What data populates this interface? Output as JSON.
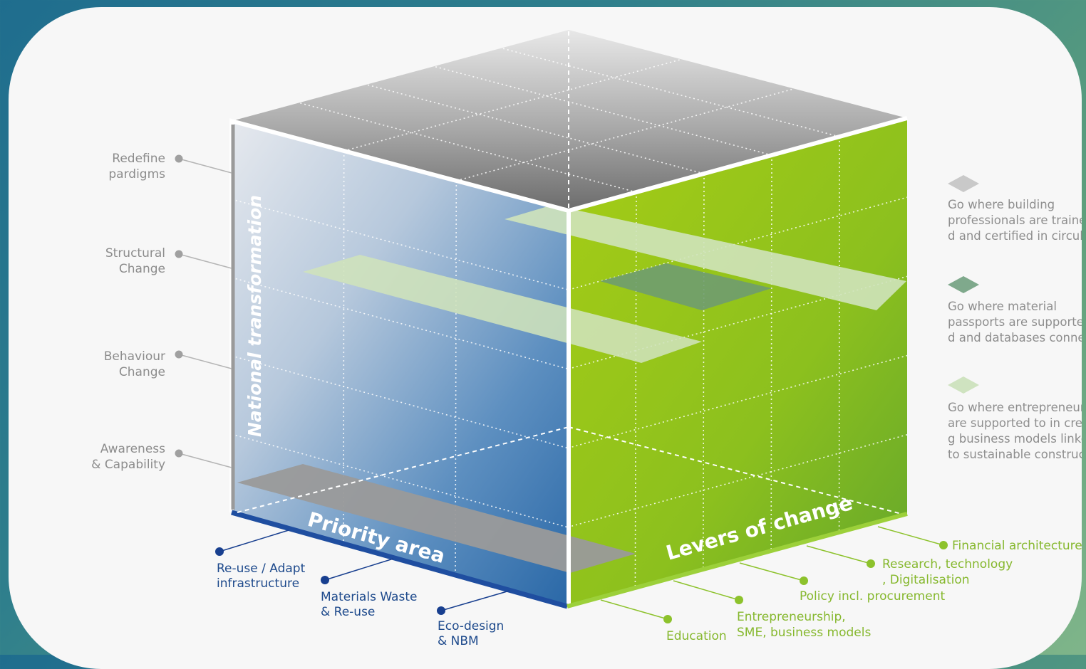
{
  "cube": {
    "vertical_axis_label": "National transformation",
    "left_axis_label": "Priority area",
    "right_axis_label": "Levers of change"
  },
  "vertical_levels": [
    "Redefine pardigms",
    "Structural Change",
    "Behaviour Change",
    "Awareness & Capability"
  ],
  "priority_areas": [
    "Re-use / Adapt infrastructure",
    "Materials Waste & Re-use",
    "Eco-design & NBM"
  ],
  "levers": [
    "Education",
    "Entrepreneurship, SME, business models",
    "Policy incl. procurement",
    "Research, technology, Digitalisation",
    "Financial architecture"
  ],
  "legend": [
    {
      "text": "Go where building professionals are trained and certified in circularity",
      "color": "#c9c9c9"
    },
    {
      "text": "Go where material passports are supported and databases connected",
      "color": "#7fa98c"
    },
    {
      "text": "Go where entrepreneurs are supported to in creating business models linked to sustainable construction",
      "color": "#cfe3c0"
    }
  ],
  "colors": {
    "level_text": "#8c8c8c",
    "priority_text": "#1e4a8c",
    "priority_dot": "#183f8f",
    "lever_text": "#86b82e",
    "lever_dot": "#8dc22c",
    "top_face": "#8a8a8a",
    "right_face": "#8dc21f"
  }
}
